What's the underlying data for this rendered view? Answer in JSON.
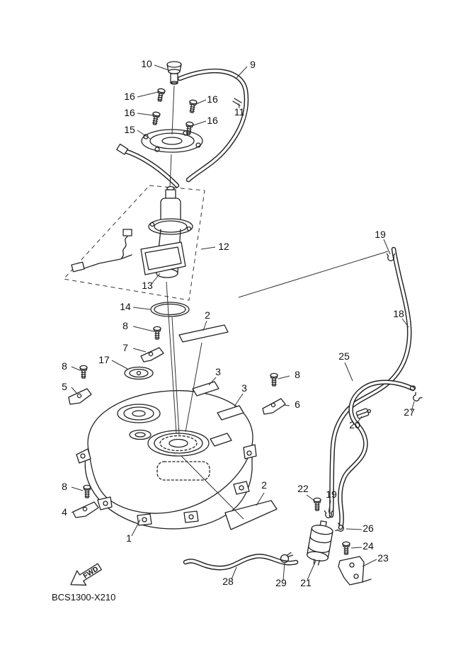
{
  "diagram": {
    "code": "BCS1300-X210",
    "fwd_label": "FWD",
    "line_color": "#222222",
    "background": "#ffffff",
    "callouts": [
      {
        "label": "10"
      },
      {
        "label": "9"
      },
      {
        "label": "16"
      },
      {
        "label": "16"
      },
      {
        "label": "16"
      },
      {
        "label": "11"
      },
      {
        "label": "16"
      },
      {
        "label": "15"
      },
      {
        "label": "12"
      },
      {
        "label": "13"
      },
      {
        "label": "14"
      },
      {
        "label": "2"
      },
      {
        "label": "8"
      },
      {
        "label": "7"
      },
      {
        "label": "17"
      },
      {
        "label": "8"
      },
      {
        "label": "5"
      },
      {
        "label": "3"
      },
      {
        "label": "3"
      },
      {
        "label": "8"
      },
      {
        "label": "6"
      },
      {
        "label": "25"
      },
      {
        "label": "19"
      },
      {
        "label": "18"
      },
      {
        "label": "20"
      },
      {
        "label": "27"
      },
      {
        "label": "8"
      },
      {
        "label": "4"
      },
      {
        "label": "1"
      },
      {
        "label": "2"
      },
      {
        "label": "22"
      },
      {
        "label": "19"
      },
      {
        "label": "26"
      },
      {
        "label": "24"
      },
      {
        "label": "23"
      },
      {
        "label": "21"
      },
      {
        "label": "29"
      },
      {
        "label": "28"
      }
    ]
  }
}
